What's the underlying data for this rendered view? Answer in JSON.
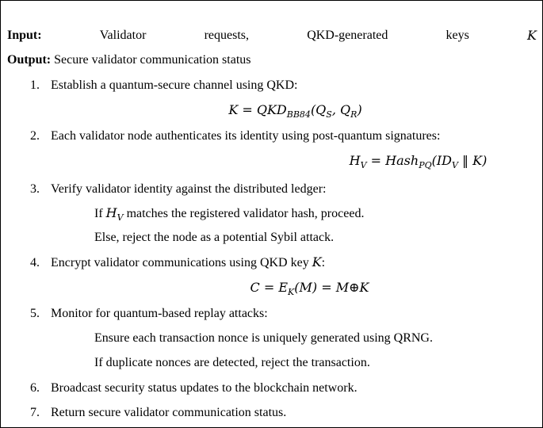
{
  "input": {
    "label": "Input:",
    "words": [
      "Validator",
      "requests,",
      "QKD-generated",
      "keys",
      "K"
    ]
  },
  "output": {
    "label": "Output:",
    "text": "Secure validator communication status"
  },
  "steps": [
    {
      "num": "1.",
      "text": "Establish a quantum-secure channel using QKD:"
    },
    {
      "num": "2.",
      "text": "Each validator node authenticates its identity using post-quantum signatures:"
    },
    {
      "num": "3.",
      "text": "Verify validator identity against the distributed ledger:"
    },
    {
      "num": "4.",
      "text": "Encrypt validator communications using QKD key"
    },
    {
      "num": "5.",
      "text": "Monitor for quantum-based replay attacks:"
    },
    {
      "num": "6.",
      "text": "Broadcast security status updates to the blockchain network."
    },
    {
      "num": "7.",
      "text": "Return secure validator communication status."
    }
  ],
  "step4_key": "K",
  "step4_colon": ":",
  "eq1": {
    "lhs": "K",
    "eq": "=",
    "fn": "QKD",
    "sub": "BB84",
    "args": "(Q",
    "a_sub": "S",
    "comma": ", Q",
    "b_sub": "R",
    "close": ")"
  },
  "eq2": {
    "lhs": "H",
    "lhs_sub": "V",
    "eq": "=",
    "fn": "Hash",
    "fn_sub": "PQ",
    "args": "(ID",
    "id_sub": "V",
    "concat": " ‖ K)"
  },
  "step3_sub": {
    "if_pre": "If",
    "if_var": "H",
    "if_var_sub": "V",
    "if_post": "matches the registered validator hash, proceed.",
    "else": "Else, reject the node as a potential Sybil attack."
  },
  "eq3": {
    "lhs": "C",
    "eq": "=",
    "fn": "E",
    "fn_sub": "K",
    "arg": "(M)",
    "eq2": "=",
    "m": "M",
    "xor": "⊕",
    "k": "K"
  },
  "step5_sub": {
    "line1": "Ensure each transaction nonce is uniquely generated using QRNG.",
    "line2": "If duplicate nonces are detected, reject the transaction."
  }
}
